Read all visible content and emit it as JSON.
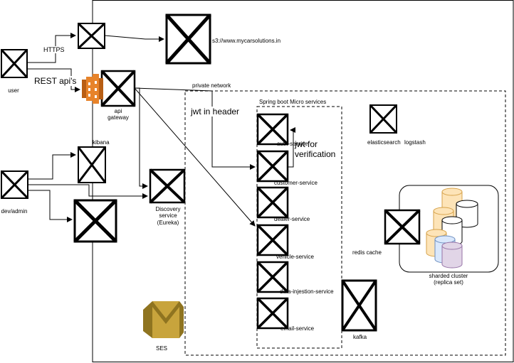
{
  "labels": {
    "user": "user",
    "https": "HTTPS",
    "site": "s3://www.mycarsolutions.in",
    "rest_apis": "REST api's",
    "api_gateway_l1": "api",
    "api_gateway_l2": "gateway",
    "private_network": "private network",
    "spring_boot": "Spring boot Micro services",
    "jwt_header": "jwt in header",
    "jwt_verification": "jwt for\nverification",
    "auth_service": "auth-service",
    "customer_service": "customer-service",
    "dealer_service": "dealer-service",
    "vehicle_service": "vehicle-service",
    "data_injestion_service": "data-injestion-service",
    "email_service": "email-service",
    "kibana": "kibana",
    "dev_admin": "dev/admin",
    "discovery_l1": "Discovery",
    "discovery_l2": "service",
    "discovery_l3": "(Eureka)",
    "elasticsearch": "elasticsearch",
    "logstash": "logstash",
    "redis_cache": "redis cache",
    "sharded_l1": "sharded cluster",
    "sharded_l2": "(replica set)",
    "kafka": "kafka",
    "ses": "SES"
  },
  "colors": {
    "stroke": "#000000",
    "aws_orange": "#e7832a",
    "aws_orange_dark": "#b85e14",
    "ses_gold": "#c8a43c",
    "ses_gold_dark": "#8f7420",
    "db_orange_fill": "#fde4b8",
    "db_orange_stroke": "#d6a24a",
    "db_blue_fill": "#dae8fc",
    "db_blue_stroke": "#6c8ebf",
    "db_purple_fill": "#e1d5e7",
    "db_purple_stroke": "#9673a6"
  },
  "icons": [
    "missing-image-icon",
    "aws-api-gateway-icon",
    "aws-ses-icon",
    "database-icon"
  ]
}
